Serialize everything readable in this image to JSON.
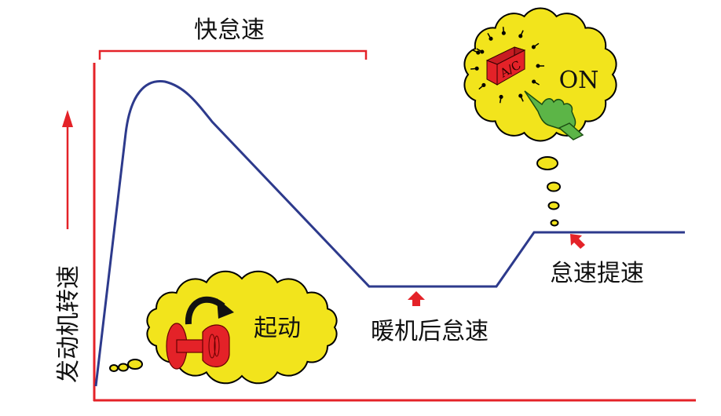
{
  "labels": {
    "fast_idle": "快怠速",
    "y_axis": "发动机转速",
    "start": "起动",
    "warm_idle": "暖机后怠速",
    "idle_up": "怠速提速",
    "ac_button": "A/C",
    "on": "ON"
  },
  "colors": {
    "axis": "#e42228",
    "curve": "#2d3a8c",
    "cloud": "#f2e41c",
    "key": "#e42228",
    "hand": "#5cb547"
  }
}
